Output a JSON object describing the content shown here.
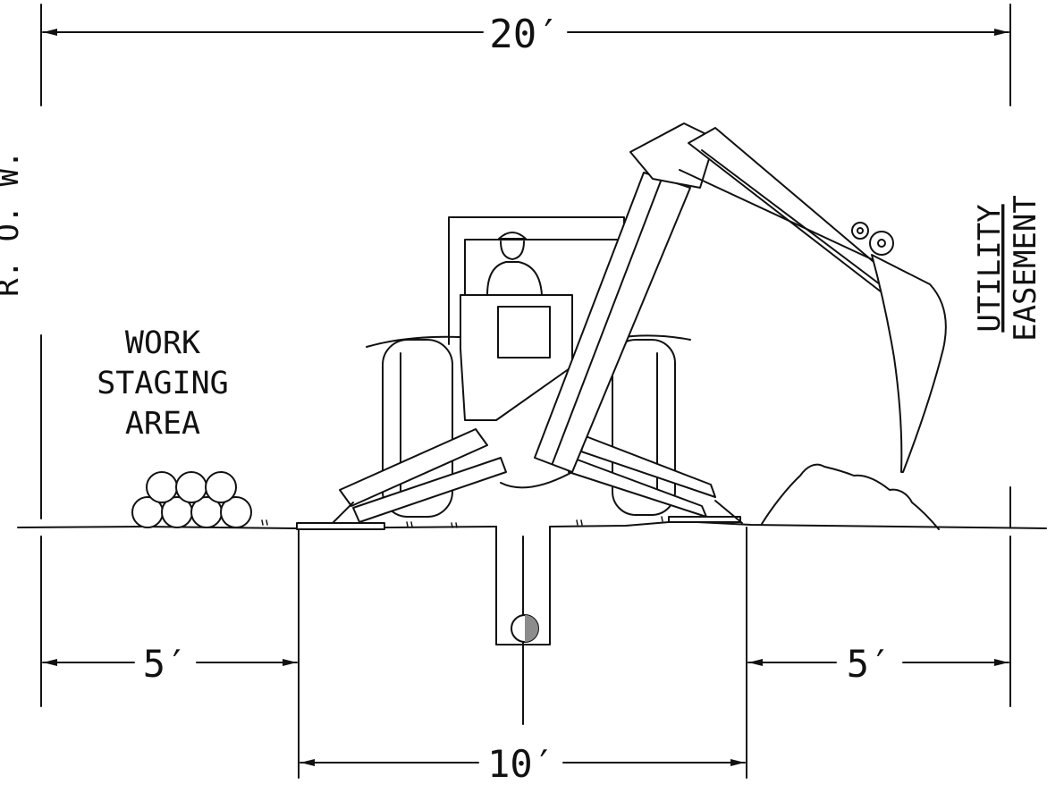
{
  "dimensions": {
    "overall": "20′",
    "left_offset": "5′",
    "right_offset": "5′",
    "work_width": "10′"
  },
  "labels": {
    "row_label": "R. O. W.",
    "work_area": [
      "WORK",
      "STAGING",
      "AREA"
    ],
    "easement_top": "UTILITY",
    "easement_bottom": "EASEMENT"
  },
  "colors": {
    "line": "#111111",
    "background": "#ffffff",
    "pipe_shade": "#8c8c8c"
  },
  "icons": {
    "machine": "backhoe-icon",
    "operator": "operator-hardhat-icon",
    "pipes": "stacked-pipes-icon",
    "spoil": "soil-pile-icon",
    "pipe_section": "pipe-cross-section-icon"
  }
}
